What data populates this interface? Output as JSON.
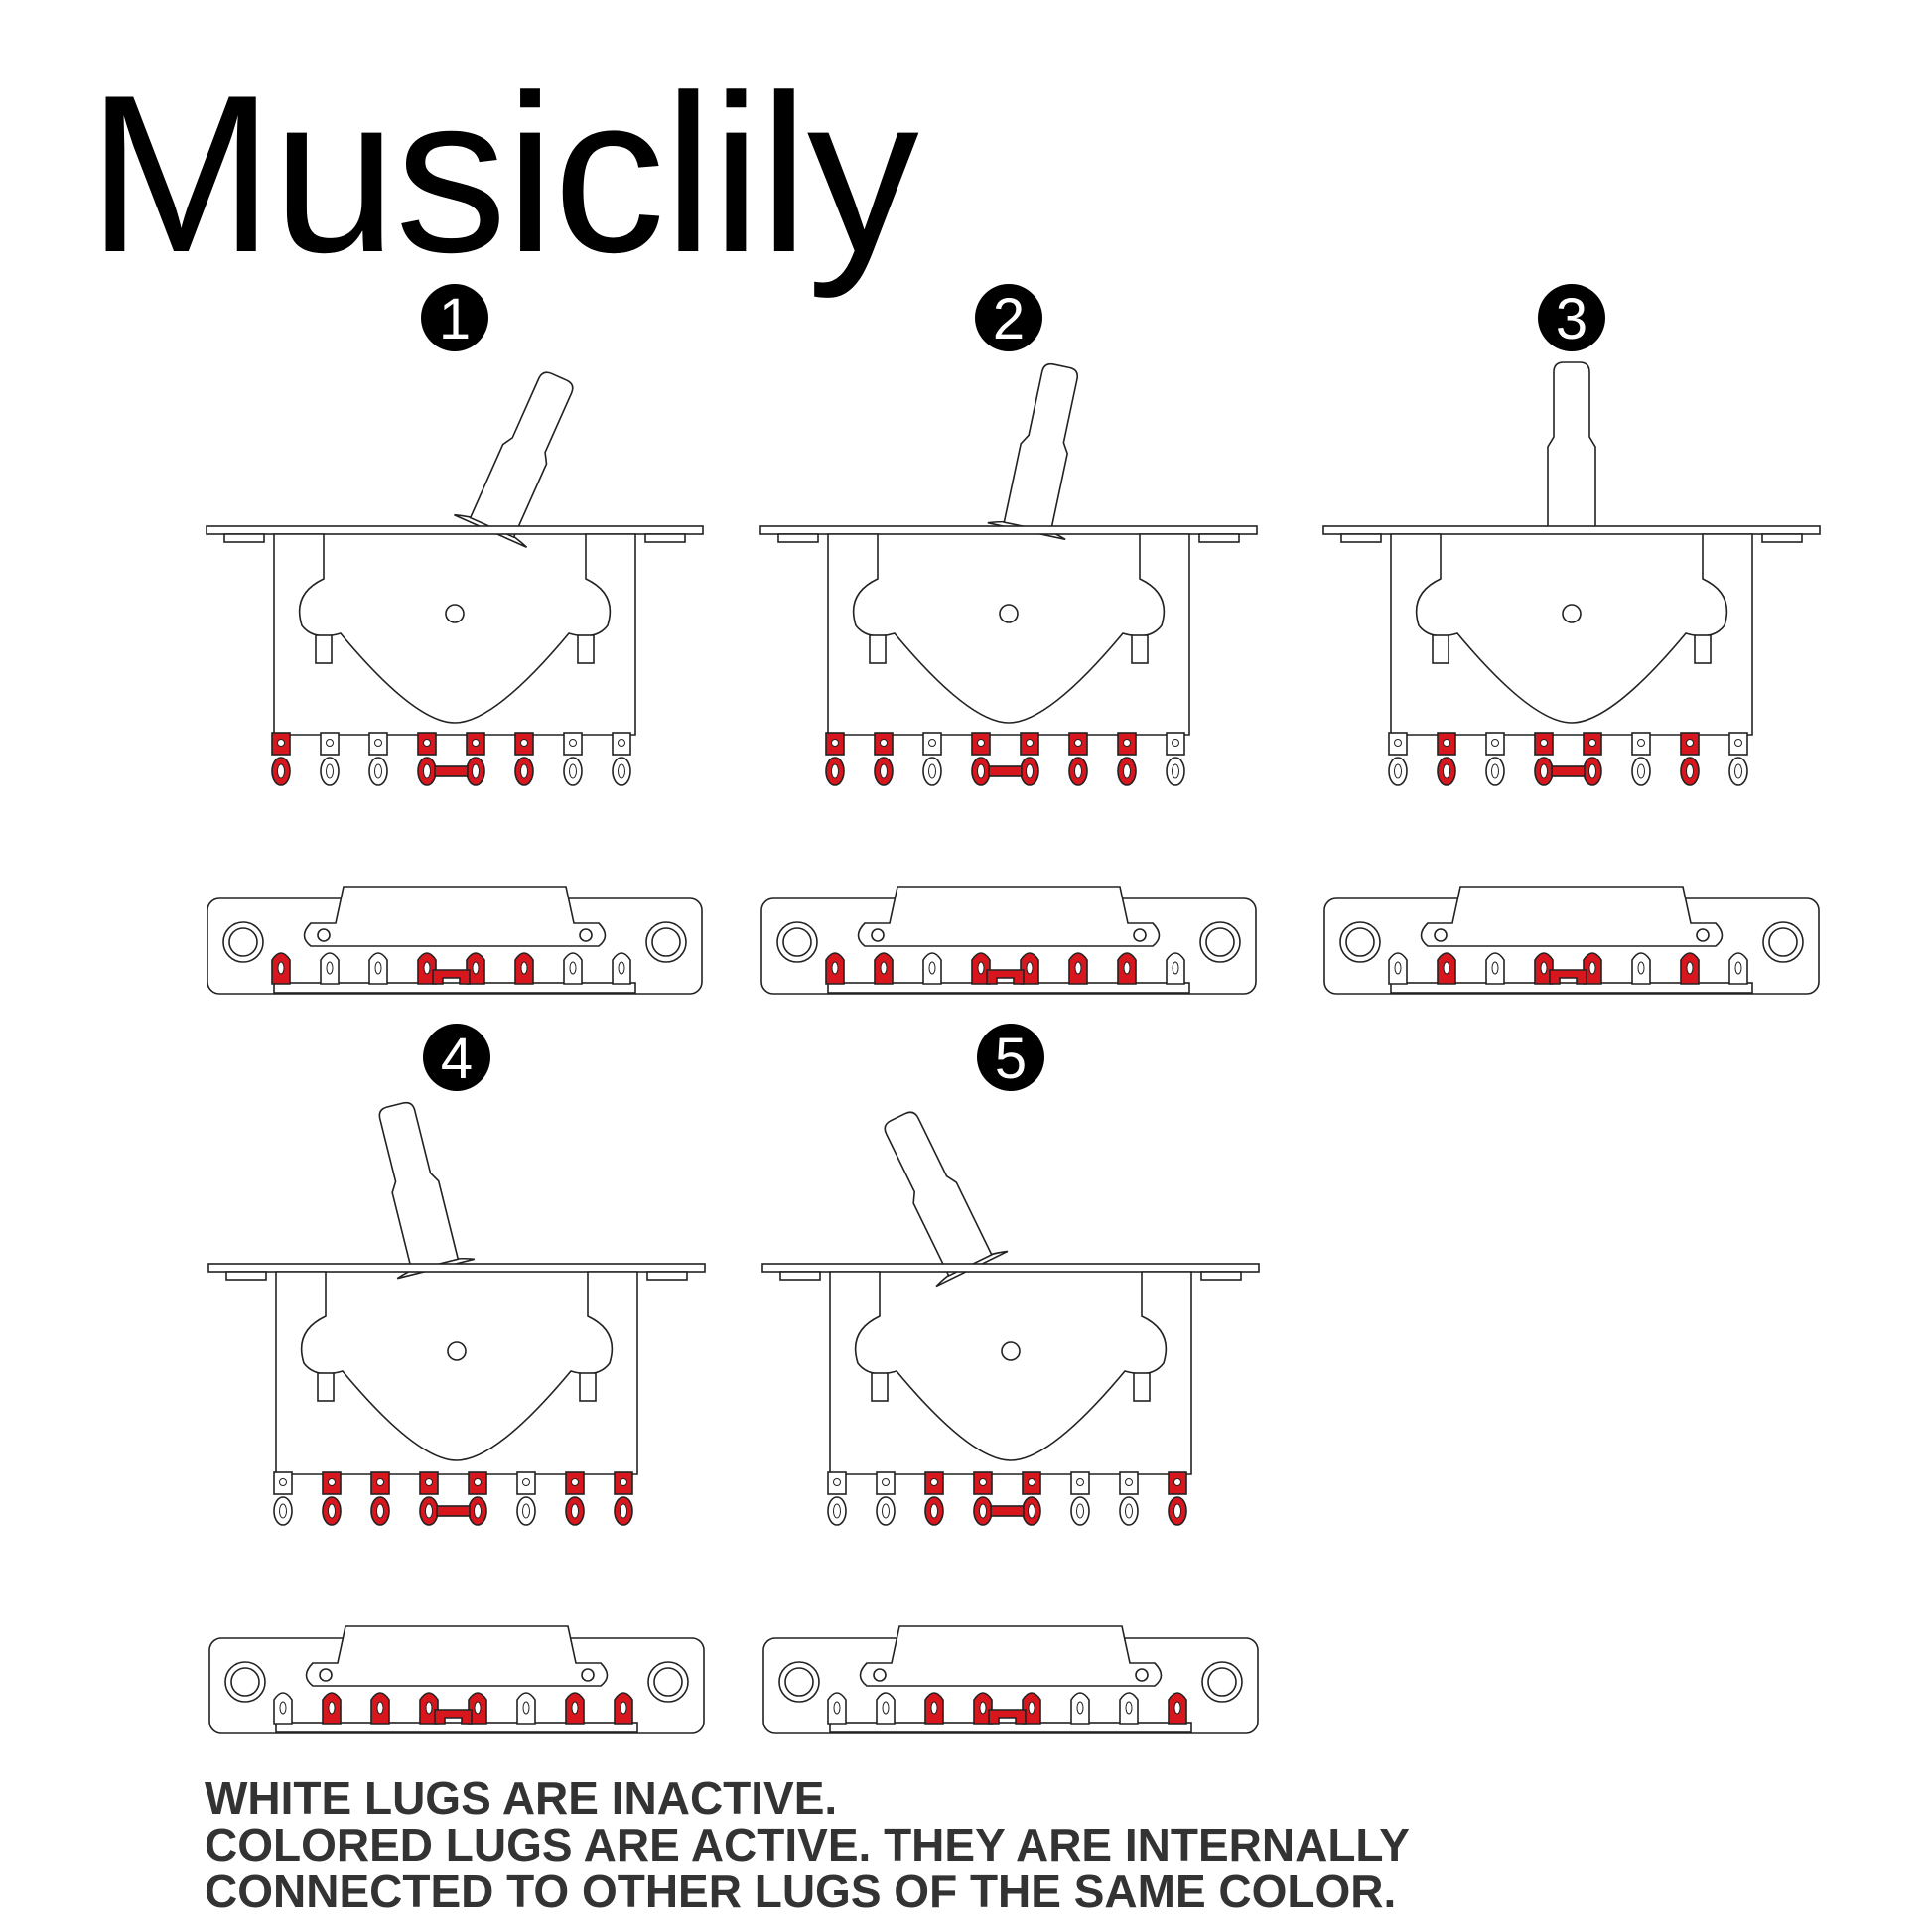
{
  "brand": "Musiclily",
  "colors": {
    "active": "#d7161e",
    "outline": "#222222",
    "text": "#333333",
    "badge": "#000000"
  },
  "positions": [
    {
      "label": "1",
      "lever": "far-right",
      "side_lugs": [
        1,
        0,
        0,
        1,
        1,
        1,
        0,
        0
      ],
      "top_lugs": [
        1,
        0,
        0,
        1,
        1,
        1,
        0,
        0
      ]
    },
    {
      "label": "2",
      "lever": "right",
      "side_lugs": [
        1,
        1,
        0,
        1,
        1,
        1,
        1,
        0
      ],
      "top_lugs": [
        1,
        1,
        0,
        1,
        1,
        1,
        1,
        0
      ]
    },
    {
      "label": "3",
      "lever": "center",
      "side_lugs": [
        0,
        1,
        0,
        1,
        1,
        0,
        1,
        0
      ],
      "top_lugs": [
        0,
        1,
        0,
        1,
        1,
        0,
        1,
        0
      ]
    },
    {
      "label": "4",
      "lever": "left",
      "side_lugs": [
        0,
        1,
        1,
        1,
        1,
        0,
        1,
        1
      ],
      "top_lugs": [
        0,
        1,
        1,
        1,
        1,
        0,
        1,
        1
      ]
    },
    {
      "label": "5",
      "lever": "far-left",
      "side_lugs": [
        0,
        0,
        1,
        1,
        1,
        0,
        0,
        1
      ],
      "top_lugs": [
        0,
        0,
        1,
        1,
        1,
        0,
        0,
        1
      ]
    }
  ],
  "notes": {
    "line1": "WHITE LUGS ARE INACTIVE.",
    "line2": "COLORED LUGS ARE ACTIVE. THEY ARE INTERNALLY",
    "line3": "CONNECTED TO OTHER LUGS OF THE SAME COLOR."
  }
}
